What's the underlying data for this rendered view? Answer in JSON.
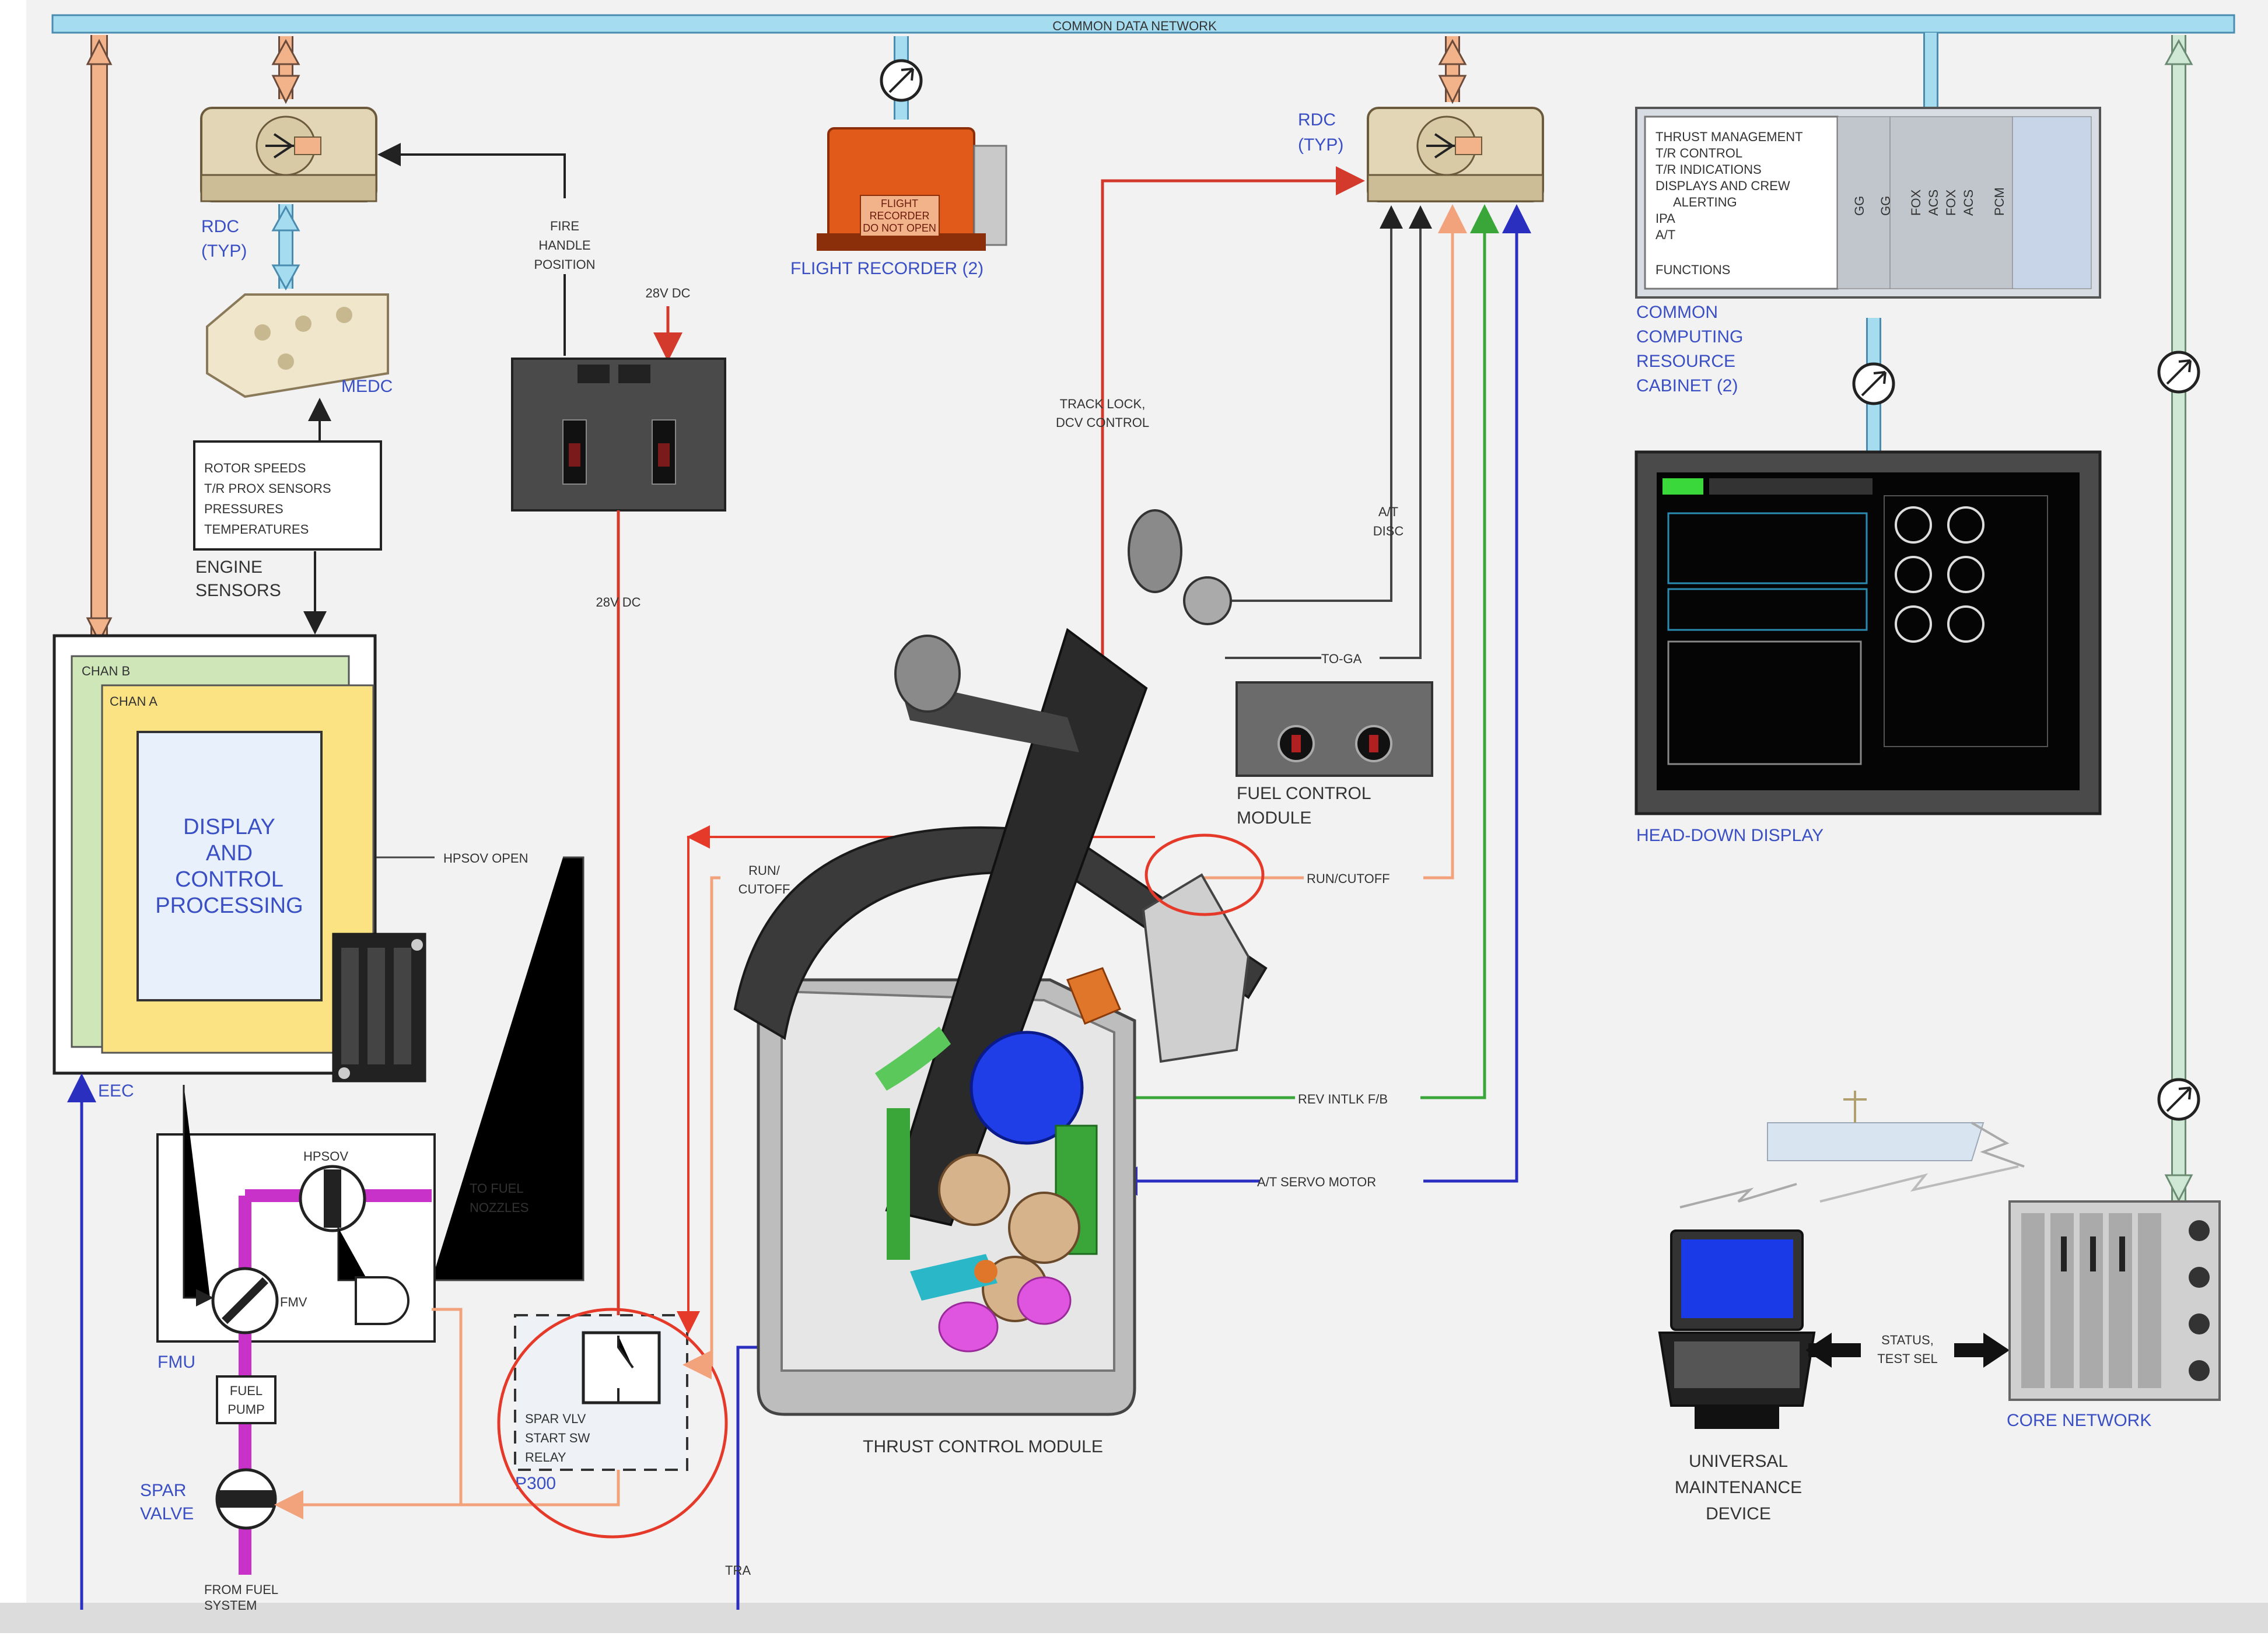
{
  "network": {
    "common_data_network": "COMMON DATA NETWORK"
  },
  "labels": {
    "rdc_left_1": "RDC",
    "rdc_left_2": "(TYP)",
    "rdc_right_1": "RDC",
    "rdc_right_2": "(TYP)",
    "medc": "MEDC",
    "flight_recorder": "FLIGHT RECORDER (2)",
    "recorder_plate_1": "FLIGHT",
    "recorder_plate_2": "RECORDER",
    "recorder_plate_3": "DO NOT OPEN",
    "fire_handle_1": "FIRE",
    "fire_handle_2": "HANDLE",
    "fire_handle_3": "POSITION",
    "dc28_top": "28V DC",
    "dc28_mid": "28V DC",
    "engine_sensors_list": [
      "ROTOR SPEEDS",
      "T/R PROX SENSORS",
      "PRESSURES",
      "TEMPERATURES"
    ],
    "engine_sensors_1": "ENGINE",
    "engine_sensors_2": "SENSORS",
    "chan_b": "CHAN B",
    "chan_a": "CHAN A",
    "dcp": [
      "DISPLAY",
      "AND",
      "CONTROL",
      "PROCESSING"
    ],
    "eec": "EEC",
    "hpsov_open": "HPSOV OPEN",
    "hpsov": "HPSOV",
    "to_fuel_nozzles_1": "TO FUEL",
    "to_fuel_nozzles_2": "NOZZLES",
    "fmv": "FMV",
    "fmu": "FMU",
    "fuel_pump_1": "FUEL",
    "fuel_pump_2": "PUMP",
    "spar_valve_1": "SPAR",
    "spar_valve_2": "VALVE",
    "from_fuel_system_1": "FROM FUEL",
    "from_fuel_system_2": "SYSTEM",
    "spar_relay": [
      "SPAR VLV",
      "START SW",
      "RELAY"
    ],
    "p300": "P300",
    "tra": "TRA",
    "run_cutoff_left_1": "RUN/",
    "run_cutoff_left_2": "CUTOFF",
    "run_cutoff_right": "RUN/CUTOFF",
    "track_lock_1": "TRACK LOCK,",
    "track_lock_2": "DCV CONTROL",
    "at_disc_1": "A/T",
    "at_disc_2": "DISC",
    "to_ga": "TO-GA",
    "fuel_control_module_1": "FUEL CONTROL",
    "fuel_control_module_2": "MODULE",
    "rev_intlk": "REV INTLK F/B",
    "at_servo": "A/T SERVO MOTOR",
    "thrust_control_module": "THRUST CONTROL MODULE",
    "ccr_functions": [
      "THRUST MANAGEMENT",
      "T/R CONTROL",
      "T/R INDICATIONS",
      "DISPLAYS AND CREW",
      "ALERTING",
      "IPA",
      "A/T"
    ],
    "ccr_functions_footer": "FUNCTIONS",
    "ccr_cards": [
      "GG",
      "GG",
      "FOX",
      "ACS",
      "FOX",
      "ACS",
      "PCM"
    ],
    "ccr_1": "COMMON",
    "ccr_2": "COMPUTING",
    "ccr_3": "RESOURCE",
    "ccr_4": "CABINET (2)",
    "head_down_display": "HEAD-DOWN DISPLAY",
    "status_test_1": "STATUS,",
    "status_test_2": "TEST SEL",
    "umd_1": "UNIVERSAL",
    "umd_2": "MAINTENANCE",
    "umd_3": "DEVICE",
    "core_network": "CORE NETWORK"
  },
  "colors": {
    "network_bus": "#a6dcef",
    "orange_bus": "#f3b38a",
    "light_green_bus": "#cfe8d6",
    "red_wire": "#d33a2c",
    "salmon_wire": "#f2a37c",
    "green_wire": "#3aa63a",
    "blue_wire": "#2b2fc0",
    "fuel_line": "#c832c8",
    "annotation_red": "#e53a2a",
    "label_blue": "#3a4fc4"
  },
  "icons": [
    "bidirectional-arrow-icon",
    "network-hub-icon",
    "fuel-valve-icon",
    "and-gate-icon",
    "switch-icon",
    "laptop-icon",
    "satellite-antenna-icon"
  ]
}
